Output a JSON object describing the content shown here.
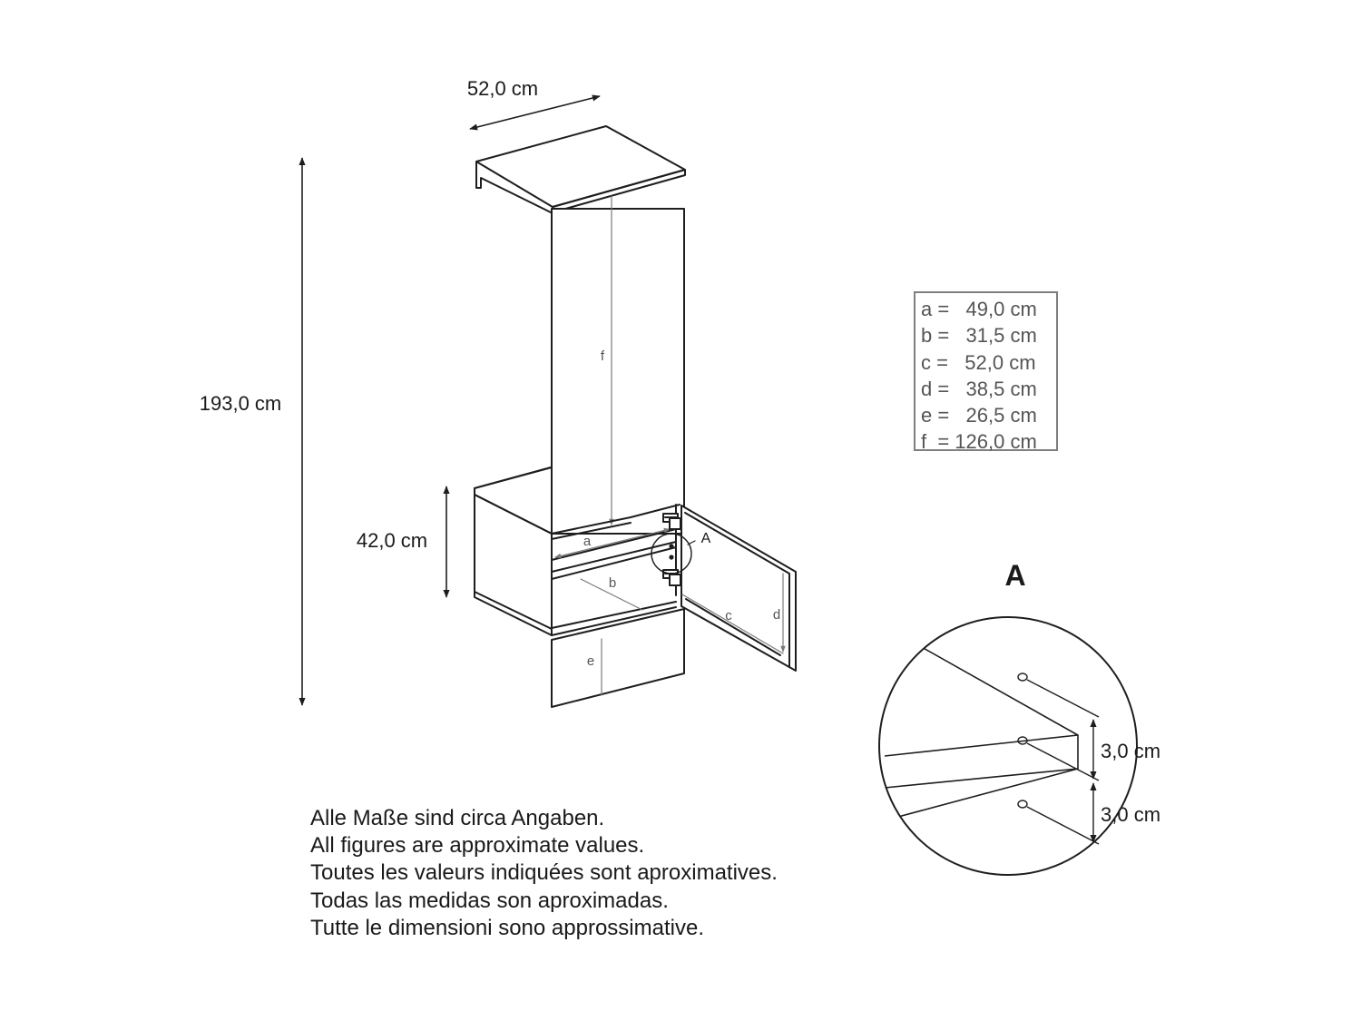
{
  "dimensions": {
    "width": "52,0 cm",
    "height": "193,0 cm",
    "lower_height": "42,0 cm"
  },
  "part_labels": {
    "a": "a",
    "b": "b",
    "c": "c",
    "d": "d",
    "e": "e",
    "f": "f",
    "detail_marker": "A"
  },
  "legend": [
    "a =   49,0 cm",
    "b =   31,5 cm",
    "c =   52,0 cm",
    "d =   38,5 cm",
    "e =   26,5 cm",
    "f  = 126,0 cm"
  ],
  "detail": {
    "title": "A",
    "spacing_top": "3,0 cm",
    "spacing_bottom": "3,0 cm"
  },
  "notes": [
    "Alle Maße sind circa Angaben.",
    "All figures are approximate values.",
    "Toutes les valeurs indiquées sont aproximatives.",
    "Todas las medidas son aproximadas.",
    "Tutte le dimensioni sono approssimative."
  ]
}
